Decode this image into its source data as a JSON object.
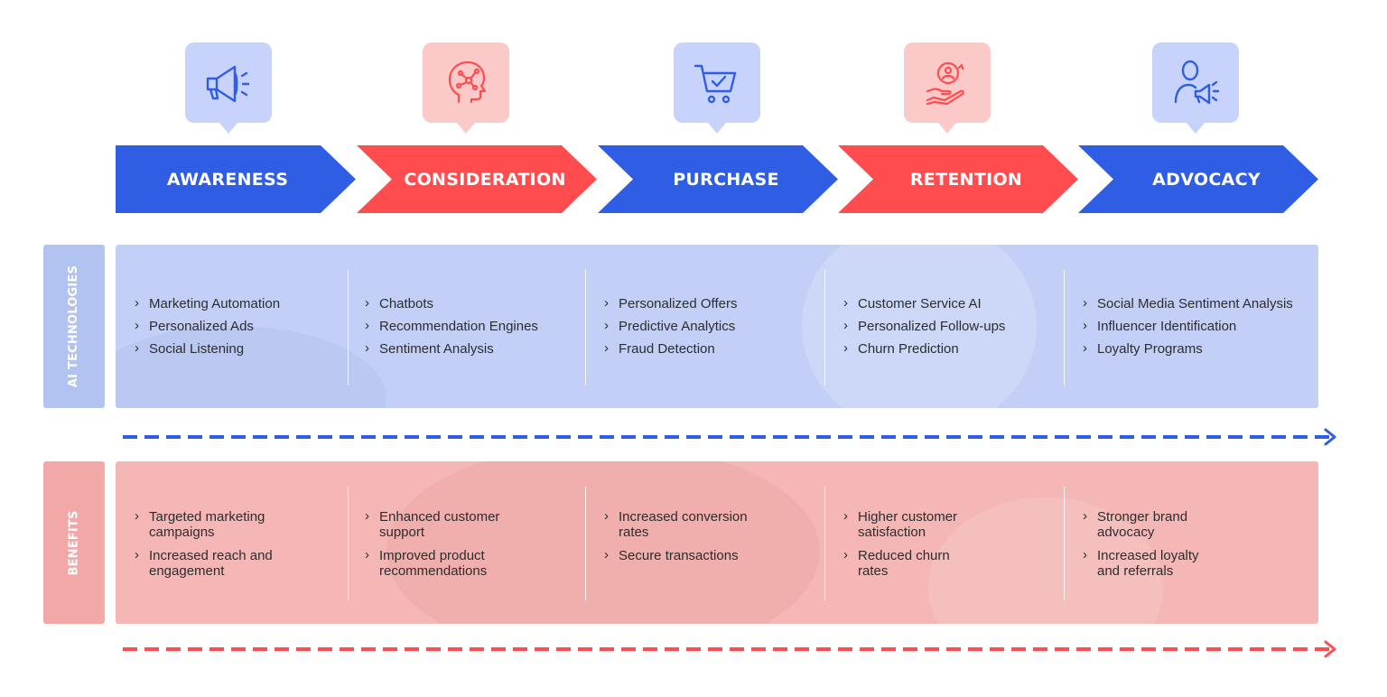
{
  "stages": [
    {
      "label": "AWARENESS",
      "icon": "megaphone-icon",
      "color": "blue"
    },
    {
      "label": "CONSIDERATION",
      "icon": "brain-network-icon",
      "color": "red"
    },
    {
      "label": "PURCHASE",
      "icon": "shopping-cart-check-icon",
      "color": "blue"
    },
    {
      "label": "RETENTION",
      "icon": "customer-care-hand-icon",
      "color": "red"
    },
    {
      "label": "ADVOCACY",
      "icon": "person-megaphone-icon",
      "color": "blue"
    }
  ],
  "rows": {
    "ai_technologies": {
      "label": "AI TECHNOLOGIES",
      "columns": [
        [
          "Marketing Automation",
          "Personalized Ads",
          "Social Listening"
        ],
        [
          "Chatbots",
          "Recommendation Engines",
          "Sentiment Analysis"
        ],
        [
          "Personalized Offers",
          "Predictive Analytics",
          "Fraud Detection"
        ],
        [
          "Customer Service AI",
          "Personalized Follow-ups",
          "Churn Prediction"
        ],
        [
          "Social Media Sentiment Analysis",
          "Influencer Identification",
          "Loyalty Programs"
        ]
      ]
    },
    "benefits": {
      "label": "BENEFITS",
      "columns": [
        [
          [
            "Targeted marketing",
            "campaigns"
          ],
          [
            "Increased reach and",
            "engagement"
          ]
        ],
        [
          [
            "Enhanced customer",
            "support"
          ],
          [
            "Improved product",
            "recommendations"
          ]
        ],
        [
          [
            "Increased conversion",
            "rates"
          ],
          [
            "Secure transactions"
          ]
        ],
        [
          [
            "Higher customer",
            "satisfaction"
          ],
          [
            "Reduced churn",
            "rates"
          ]
        ],
        [
          [
            "Stronger brand",
            "advocacy"
          ],
          [
            "Increased loyalty",
            "and referrals"
          ]
        ]
      ]
    }
  },
  "colors": {
    "blue": "#2f5de4",
    "red": "#ff4d4f",
    "blue_light": "#c3cff6",
    "red_light": "#f4b7b6"
  }
}
